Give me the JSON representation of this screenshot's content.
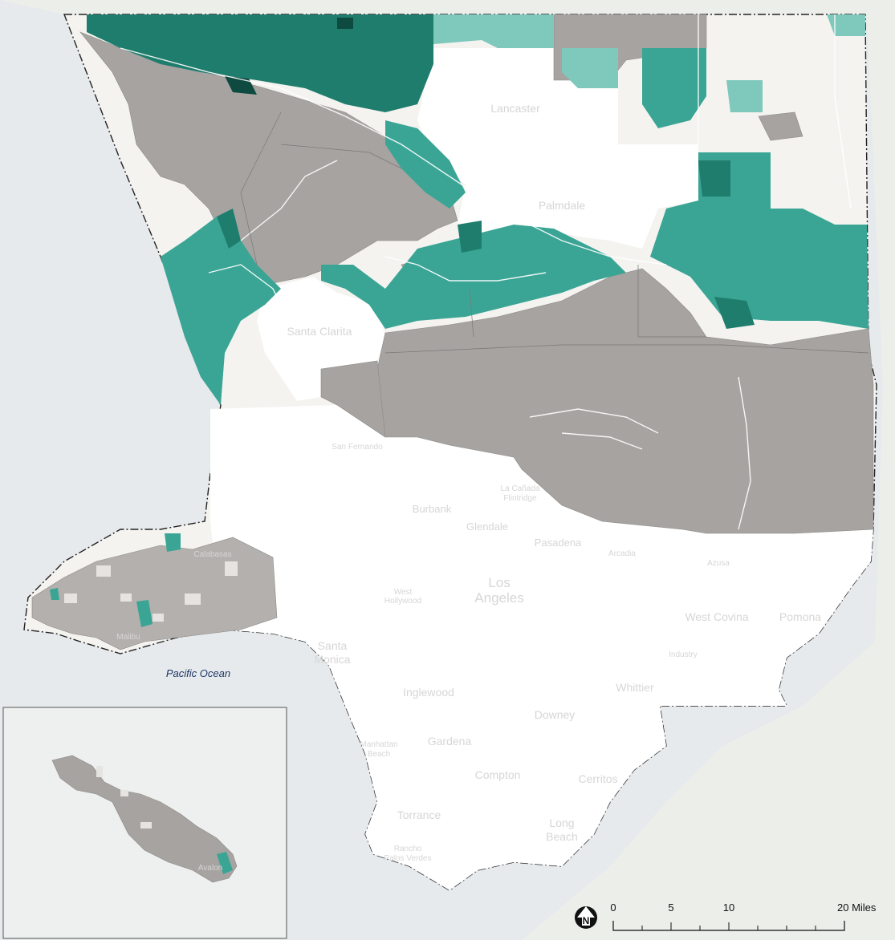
{
  "ocean_label": "Pacific Ocean",
  "places": {
    "lancaster": "Lancaster",
    "palmdale": "Palmdale",
    "santa_clarita": "Santa Clarita",
    "san_fernando": "San Fernando",
    "la_canada_1": "La Cañada",
    "la_canada_2": "Flintridge",
    "burbank": "Burbank",
    "glendale": "Glendale",
    "pasadena": "Pasadena",
    "arcadia": "Arcadia",
    "azusa": "Azusa",
    "calabasas": "Calabasas",
    "west_hollywood_1": "West",
    "west_hollywood_2": "Hollywood",
    "los_angeles_1": "Los",
    "los_angeles_2": "Angeles",
    "west_covina": "West Covina",
    "pomona": "Pomona",
    "malibu": "Malibu",
    "santa_monica_1": "Santa",
    "santa_monica_2": "Monica",
    "industry": "Industry",
    "inglewood": "Inglewood",
    "whittier": "Whittier",
    "downey": "Downey",
    "manhattan_beach_1": "Manhattan",
    "manhattan_beach_2": "Beach",
    "gardena": "Gardena",
    "compton": "Compton",
    "cerritos": "Cerritos",
    "torrance": "Torrance",
    "long_beach_1": "Long",
    "long_beach_2": "Beach",
    "rancho_pv_1": "Rancho",
    "rancho_pv_2": "Palos Verdes",
    "avalon": "Avalon"
  },
  "scale_bar": {
    "ticks": [
      "0",
      "5",
      "10",
      "20 Miles"
    ]
  },
  "colors": {
    "background": "#e9ebea",
    "ocean": "#e4e8ea",
    "urban": "#ffffff",
    "public_land": "#a6a3a1",
    "teal_light": "#7ec8bc",
    "teal_mid": "#3aa595",
    "teal_dark": "#1f7d6d",
    "teal_darkest": "#0f4a40"
  }
}
